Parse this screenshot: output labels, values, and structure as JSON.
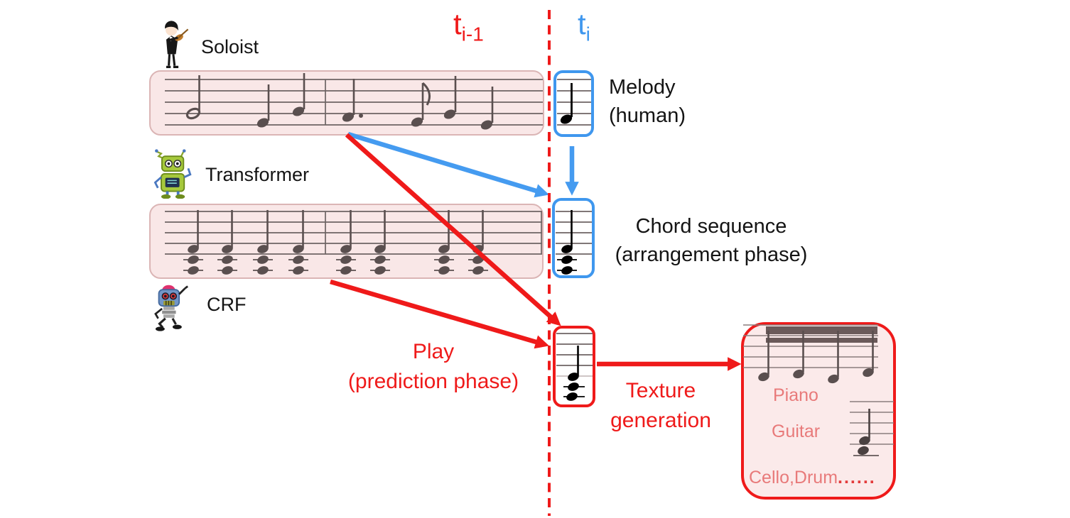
{
  "agents": {
    "soloist": {
      "label": "Soloist",
      "icon": "violinist-icon"
    },
    "transformer": {
      "label": "Transformer",
      "icon": "green-robot-icon"
    },
    "crf": {
      "label": "CRF",
      "icon": "blue-robot-icon"
    }
  },
  "timeline": {
    "prev_base": "t",
    "prev_sub": "i-1",
    "curr_base": "t",
    "curr_sub": "i"
  },
  "annotations": {
    "melody_line1": "Melody",
    "melody_line2": "(human)",
    "chord_line1": "Chord sequence",
    "chord_line2": "(arrangement phase)",
    "play_line1": "Play",
    "play_line2": "(prediction phase)",
    "texture_line1": "Texture",
    "texture_line2": "generation"
  },
  "texture_box": {
    "instruments": [
      {
        "label": "Piano"
      },
      {
        "label": "Guitar"
      },
      {
        "label": "Cello,Drum"
      }
    ],
    "dots": "......"
  },
  "notation": {
    "melody_history": [
      "half-note",
      "quarter-note",
      "quarter-note",
      "barline",
      "dotted-quarter-note",
      "eighth-note",
      "quarter-note",
      "quarter-note"
    ],
    "melody_current": [
      "quarter-note"
    ],
    "chords_history": [
      "triad-chord",
      "triad-chord",
      "triad-chord",
      "triad-chord",
      "barline",
      "triad-chord",
      "triad-chord",
      "triad-chord",
      "triad-chord"
    ],
    "chord_current": [
      "triad-chord"
    ],
    "play_current": [
      "triad-chord"
    ],
    "piano_texture": [
      "beamed-sixteenth-group-of-4"
    ],
    "guitar_texture": [
      "two-note-chord"
    ]
  },
  "colors": {
    "red": "#ef1a1a",
    "blue": "#3f97ee",
    "pink_fill": "#f9e7e7",
    "pink_border": "#dbb5b5",
    "salmon_text": "#e87a7a",
    "note_past": "#5a4f4f",
    "note_current": "#000000",
    "staff_line": "#6e6464"
  }
}
